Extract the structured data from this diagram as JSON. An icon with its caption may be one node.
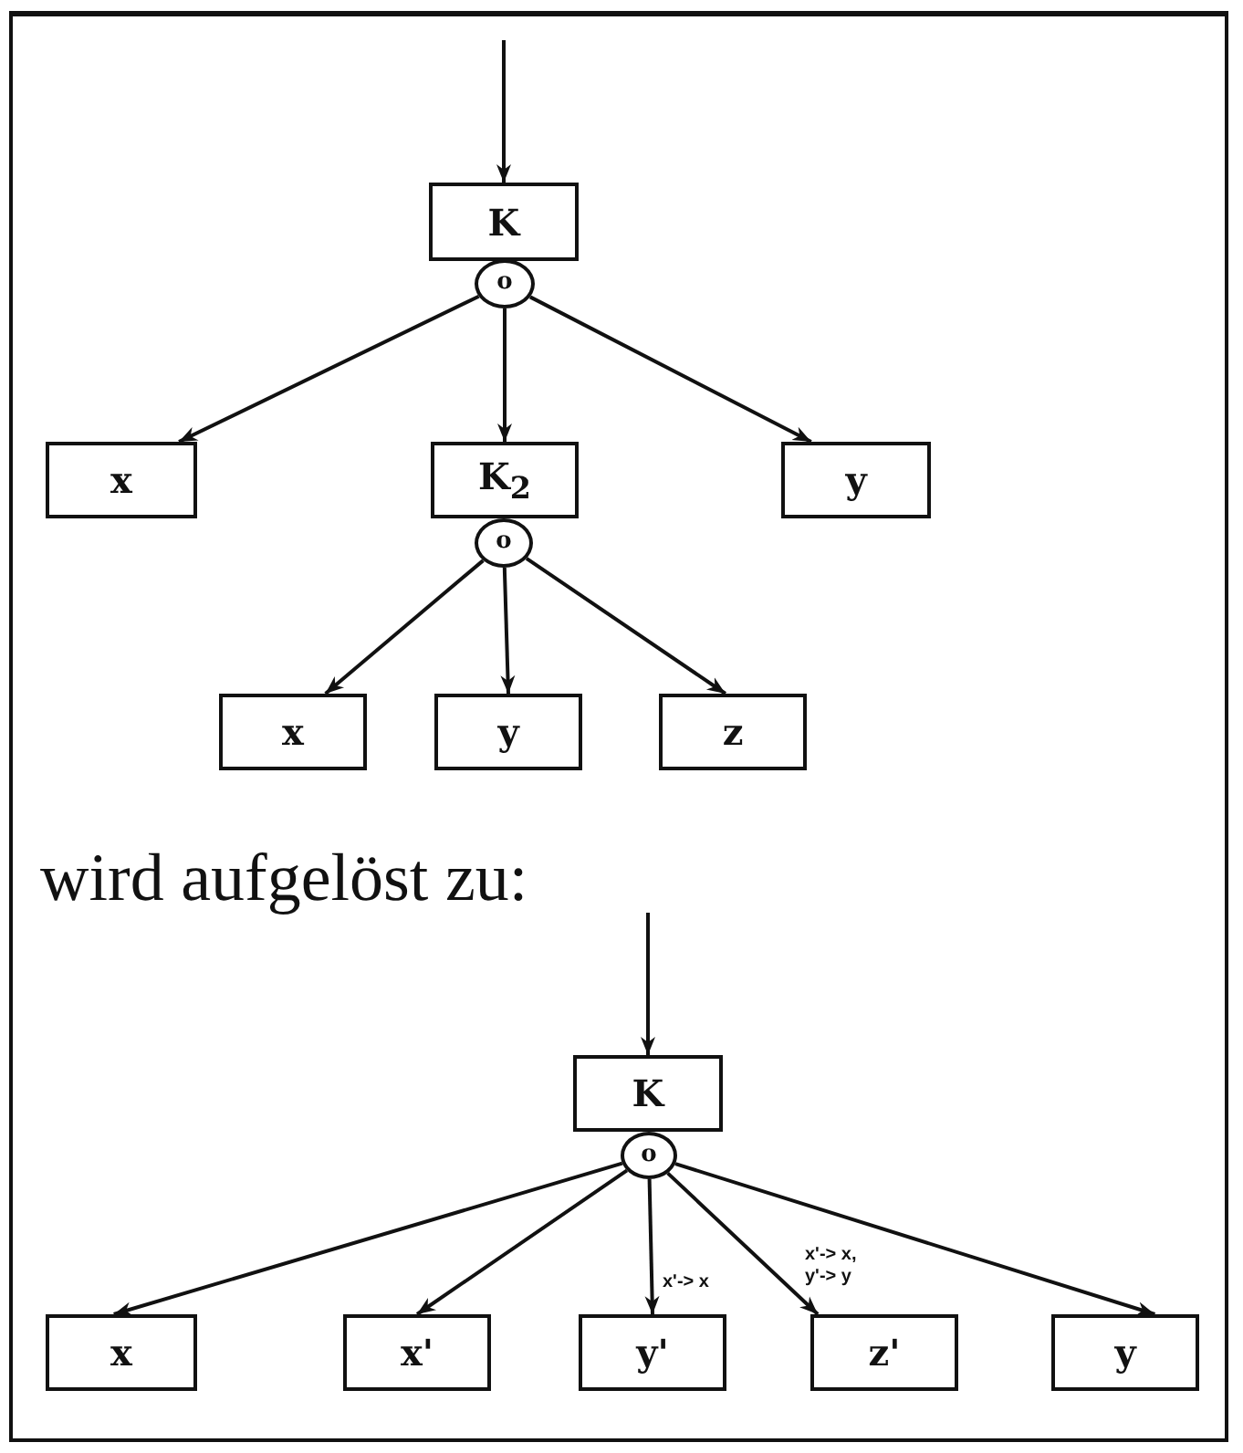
{
  "diagram": {
    "nodes": [
      {
        "text": [
          "K"
        ]
      },
      {
        "text": [
          "o"
        ]
      },
      {
        "text": [
          "x"
        ]
      },
      {
        "text": [
          "K$_{2}$"
        ]
      },
      {
        "text": [
          "y"
        ]
      },
      {
        "text": [
          "o"
        ]
      },
      {
        "text": [
          "x"
        ]
      },
      {
        "text": [
          "y"
        ]
      },
      {
        "text": [
          "z"
        ]
      },
      {
        "text": [
          "K"
        ]
      },
      {
        "text": [
          "o"
        ]
      },
      {
        "text": [
          "x"
        ]
      },
      {
        "text": [
          "x'"
        ]
      },
      {
        "text": [
          "y'"
        ]
      },
      {
        "text": [
          "z'"
        ]
      },
      {
        "text": [
          "y"
        ]
      }
    ],
    "edges": [
      {
        "from": null,
        "to": 0,
        "arrow": "to"
      },
      {
        "from": 1,
        "to": 2,
        "arrow": "to"
      },
      {
        "from": 1,
        "to": 3,
        "arrow": "to"
      },
      {
        "from": 1,
        "to": 4,
        "arrow": "to"
      },
      {
        "from": 5,
        "to": 6,
        "arrow": "to"
      },
      {
        "from": 5,
        "to": 7,
        "arrow": "to"
      },
      {
        "from": 5,
        "to": 8,
        "arrow": "to"
      },
      {
        "from": null,
        "to": 9,
        "arrow": "to"
      },
      {
        "from": 10,
        "to": 11,
        "arrow": "to"
      },
      {
        "from": 10,
        "to": 12,
        "arrow": "to"
      },
      {
        "from": 10,
        "to": 13,
        "arrow": "to",
        "label": "x'-> x"
      },
      {
        "from": 10,
        "to": 14,
        "arrow": "to",
        "label": "x'-> x, y'-> y"
      },
      {
        "from": 10,
        "to": 15,
        "arrow": "to"
      }
    ],
    "labels": [
      "wird aufgelöst zu:"
    ]
  }
}
